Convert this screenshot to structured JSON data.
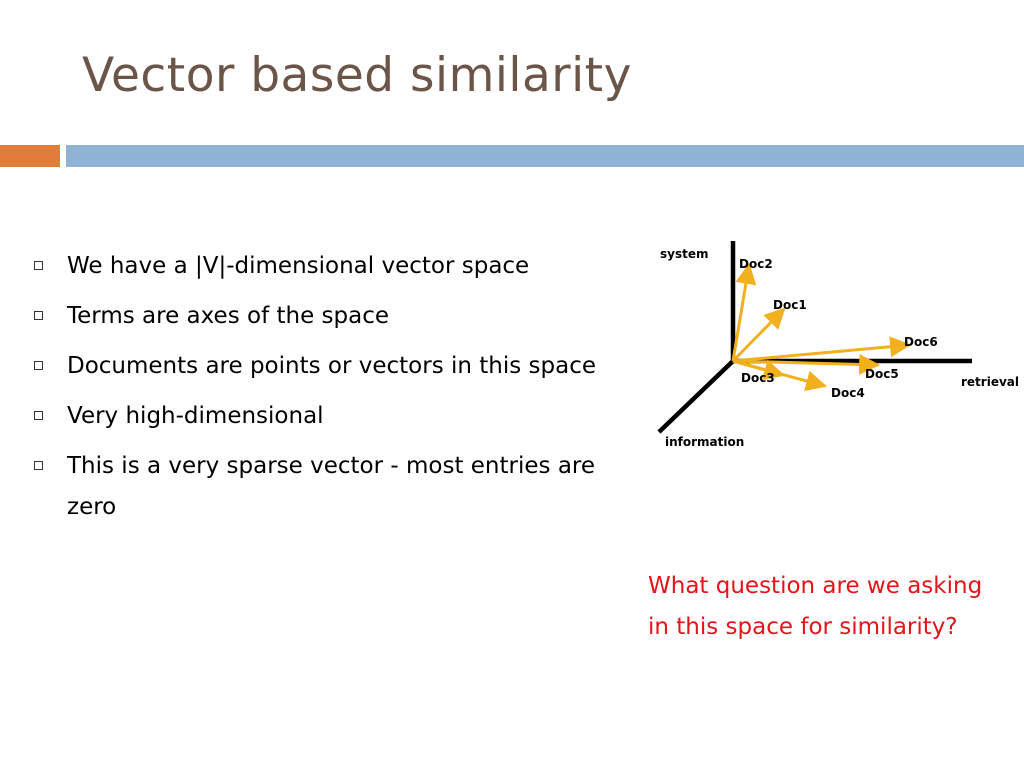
{
  "slide": {
    "title": "Vector based similarity",
    "bullets": [
      "We have a |V|-dimensional vector space",
      "Terms are axes of the space",
      "Documents are points or vectors in this space",
      "Very high-dimensional",
      "This is a very sparse vector - most entries are zero"
    ],
    "question": "What question are we asking in this space for similarity?",
    "colors": {
      "title": "#6b5448",
      "accent_orange": "#e07d3c",
      "accent_blue": "#8fb4d3",
      "question": "#e3141a",
      "vector": "#f2b01e"
    }
  },
  "diagram": {
    "axes": {
      "system": "system",
      "retrieval": "retrieval",
      "information": "information"
    },
    "vectors": [
      {
        "label": "Doc2"
      },
      {
        "label": "Doc1"
      },
      {
        "label": "Doc6"
      },
      {
        "label": "Doc5"
      },
      {
        "label": "Doc3"
      },
      {
        "label": "Doc4"
      }
    ]
  }
}
